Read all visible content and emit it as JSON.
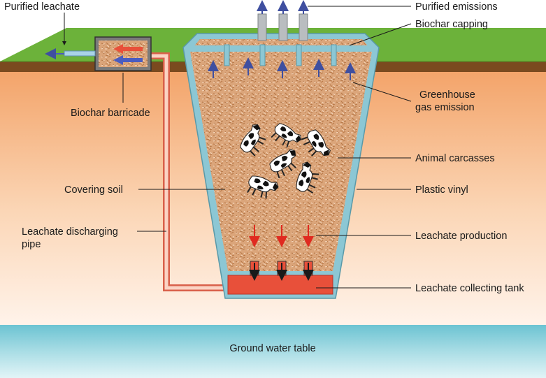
{
  "labels": {
    "purified_leachate": "Purified leachate",
    "purified_emissions": "Purified emissions",
    "biochar_capping": "Biochar capping",
    "greenhouse_line1": "Greenhouse",
    "greenhouse_line2": "gas emission",
    "biochar_barricade": "Biochar barricade",
    "animal_carcasses": "Animal carcasses",
    "covering_soil": "Covering soil",
    "plastic_vinyl": "Plastic vinyl",
    "leachate_pipe_line1": "Leachate discharging",
    "leachate_pipe_line2": "pipe",
    "leachate_production": "Leachate production",
    "leachate_tank": "Leachate collecting tank",
    "ground_water": "Ground water table"
  },
  "colors": {
    "grass": "#6cb23a",
    "topsoil": "#7a4a1f",
    "underground": "#f7b98a",
    "biochar": "#d9a070",
    "vinyl": "#8cc7d4",
    "leachate": "#e8503a",
    "gas_arrow": "#3f4fa0",
    "leachate_arrow": "#e02a20",
    "water": "#5eb8c8"
  },
  "icons": {
    "gas_arrows": "up-arrow-icon",
    "leachate_arrows": "down-arrow-icon",
    "carcasses": "cow-icon"
  }
}
